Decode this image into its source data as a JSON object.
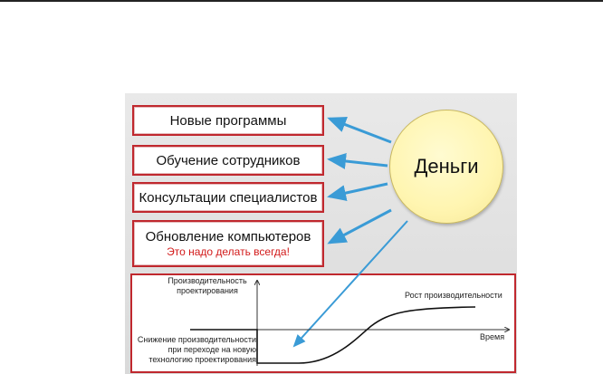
{
  "boxes": {
    "new_programs": "Новые программы",
    "training": "Обучение сотрудников",
    "consulting": "Консультации специалистов",
    "upgrade": "Обновление компьютеров",
    "upgrade_note": "Это надо делать всегда!"
  },
  "money": "Деньги",
  "graph": {
    "y_label_line1": "Производительность",
    "y_label_line2": "проектирования",
    "x_label": "Время",
    "growth_label": "Рост производительности",
    "decline_line1": "Снижение производительности",
    "decline_line2": "при переходе на новую",
    "decline_line3": "технологию проектирования"
  },
  "colors": {
    "box_border": "#c0282e",
    "arrow": "#3a9bd6",
    "circle_fill": "#fff5b0",
    "note": "#d21a1a"
  }
}
